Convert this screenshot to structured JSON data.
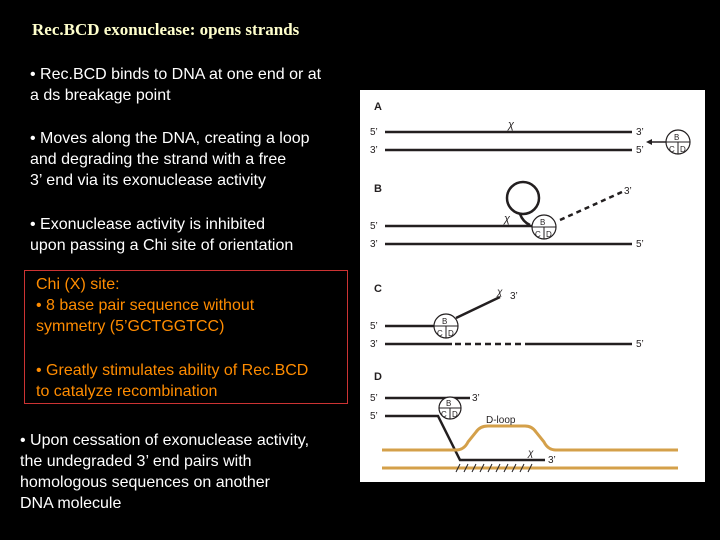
{
  "slide": {
    "title": "Rec.BCD exonuclease: opens strands",
    "bullets": [
      "• Rec.BCD binds to DNA at one end or at\n   a ds breakage point",
      "• Moves along the DNA, creating a loop\n  and degrading the strand with a free\n  3’ end via its exonuclease activity",
      "• Exonuclease activity is inhibited\n  upon passing a Chi site of orientation"
    ],
    "chi_box": {
      "heading": "Chi (X) site:",
      "item1": "• 8 base pair sequence without\n  symmetry (5’GCTGGTCC)",
      "item2": "• Greatly stimulates ability of Rec.BCD\n  to catalyze recombination"
    },
    "last_bullet": "• Upon cessation of exonuclease activity,\n  the undegraded 3’ end pairs with\n  homologous sequences on another\n  DNA molecule"
  },
  "figure": {
    "panels": [
      "A",
      "B",
      "C",
      "D"
    ],
    "strand_labels": {
      "five_prime": "5’",
      "three_prime": "3’"
    },
    "chi_symbol": "χ",
    "enzyme_letters": [
      "B",
      "C",
      "D"
    ],
    "dloop_label": "D-loop",
    "colors": {
      "dna": "#231f20",
      "homolog": "#d4a04a",
      "frame_border": "#cc3333",
      "chi_text": "#ff8c00",
      "title": "#ffffcc"
    }
  }
}
